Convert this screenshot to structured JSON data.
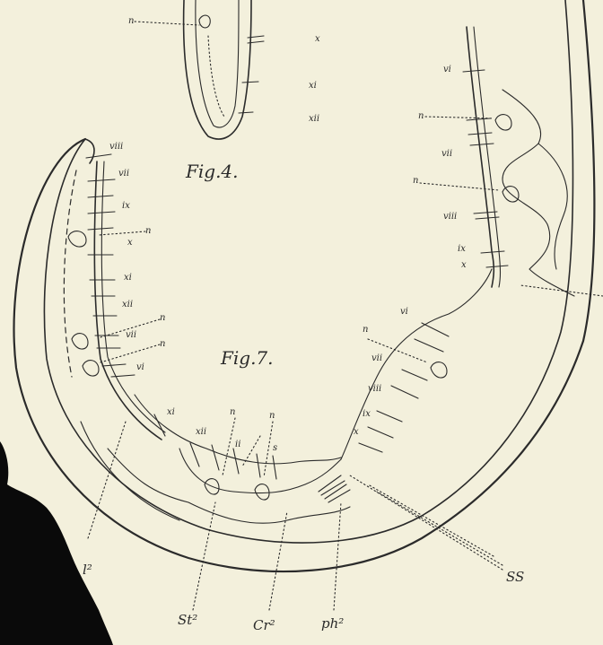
{
  "figures": {
    "fig4_caption": "Fig.4.",
    "fig7_caption": "Fig.7."
  },
  "fig4_labels": {
    "n": "n",
    "x": "x",
    "xi": "xi",
    "xii": "xii"
  },
  "fig7_left_labels": {
    "viii": "viii",
    "vii": "vii",
    "ix": "ix",
    "n1": "n",
    "x": "x",
    "xi": "xi",
    "xii": "xii",
    "n2": "n",
    "vii_b": "vii",
    "n3": "n",
    "vi": "vi"
  },
  "fig7_bottom_labels": {
    "xi": "xi",
    "n1": "n",
    "xii": "xii",
    "ii": "ii",
    "n2": "n",
    "s": "s"
  },
  "fig7_right_labels": {
    "vi": "vi",
    "n1": "n",
    "vii": "vii",
    "n2": "n",
    "viii": "viii",
    "ix": "ix",
    "x": "x"
  },
  "fig7_lower_right_labels": {
    "vi": "vi",
    "n": "n",
    "vii": "vii",
    "viii": "viii",
    "ix": "ix",
    "x": "x"
  },
  "bottom_labels": {
    "l2": "l²",
    "st2": "St²",
    "cr2": "Cr²",
    "ph2": "ph²",
    "ss": "SS"
  }
}
